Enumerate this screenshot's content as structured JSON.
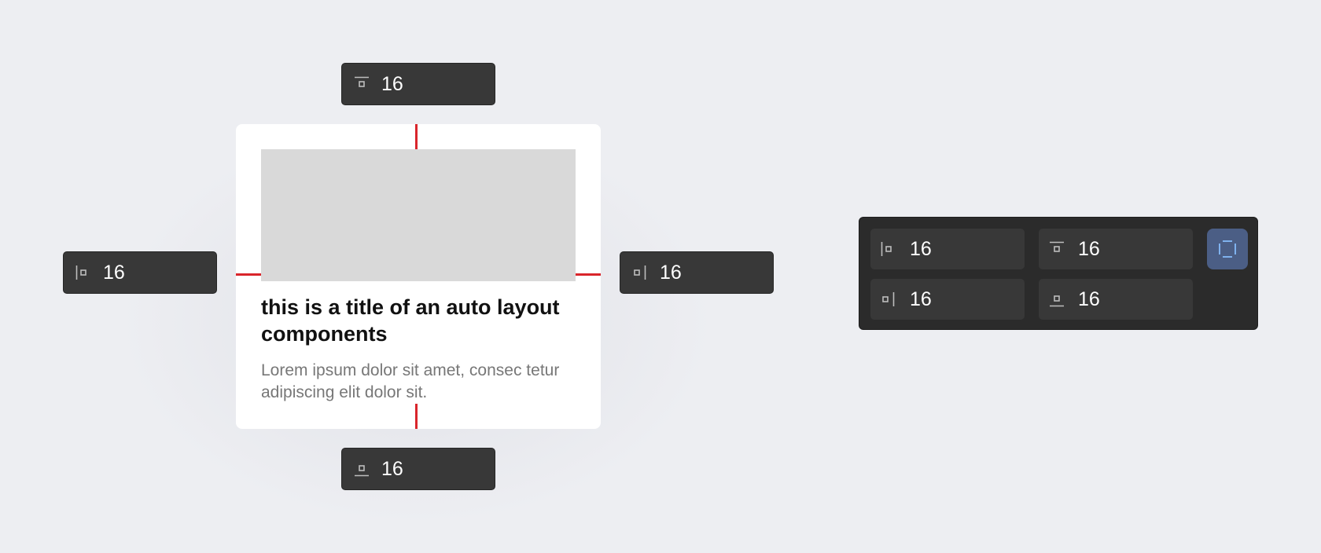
{
  "canvas": {
    "background": "#edeef2",
    "accent_guide_color": "#d9252b"
  },
  "card": {
    "title": "this is a title of an auto layout components",
    "body": "Lorem ipsum dolor sit amet, consec tetur adipiscing elit dolor sit."
  },
  "padding_fields": {
    "top": {
      "icon": "padding-top-icon",
      "value": "16"
    },
    "left": {
      "icon": "padding-left-icon",
      "value": "16"
    },
    "right": {
      "icon": "padding-right-icon",
      "value": "16"
    },
    "bottom": {
      "icon": "padding-bottom-icon",
      "value": "16"
    }
  },
  "panel": {
    "left": {
      "icon": "padding-left-icon",
      "value": "16"
    },
    "top": {
      "icon": "padding-top-icon",
      "value": "16"
    },
    "right": {
      "icon": "padding-right-icon",
      "value": "16"
    },
    "bottom": {
      "icon": "padding-bottom-icon",
      "value": "16"
    },
    "toggle": {
      "icon": "independent-padding-icon",
      "active_color": "#4b5e85"
    }
  }
}
